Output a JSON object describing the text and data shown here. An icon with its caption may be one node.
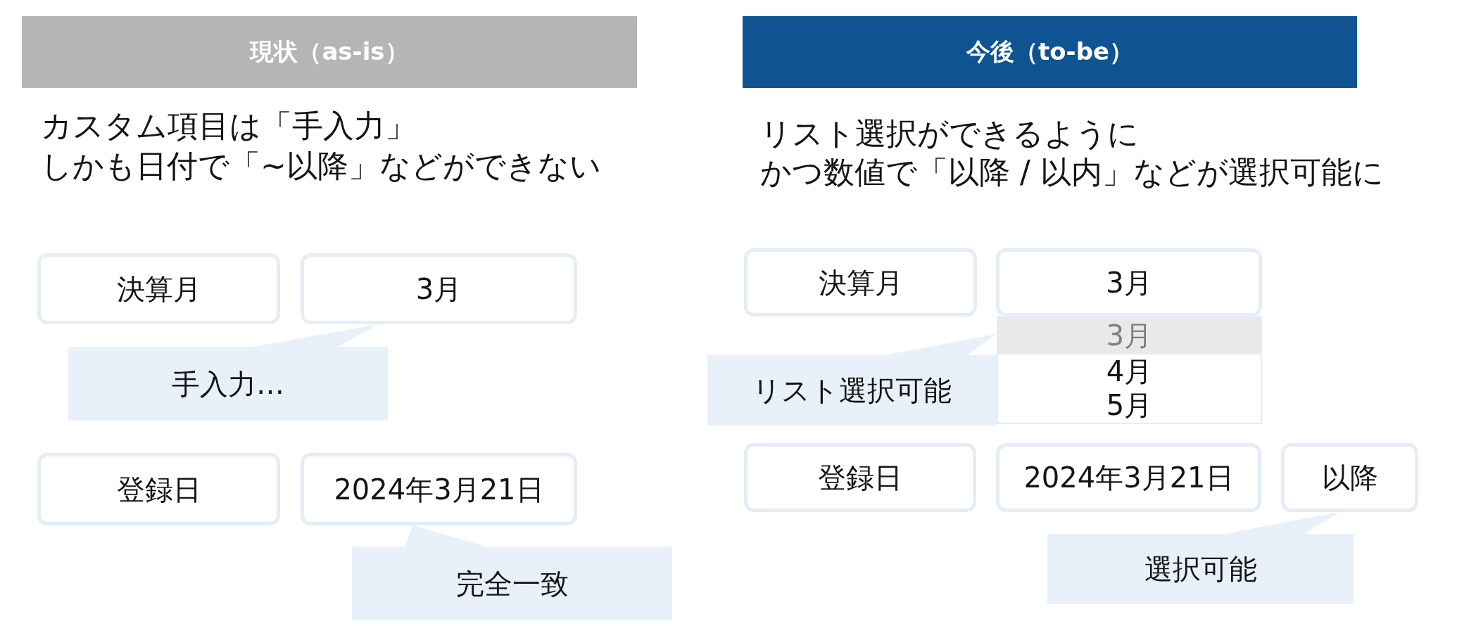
{
  "diagram": {
    "nodes": [
      {
        "text": [
          "現状（as-is）"
        ]
      },
      {
        "text": [
          "決算月"
        ]
      },
      {
        "text": [
          "3月"
        ]
      },
      {
        "text": [
          "手入力…"
        ]
      },
      {
        "text": [
          "登録日"
        ]
      },
      {
        "text": [
          "2024年3月21日"
        ]
      },
      {
        "text": [
          "完全一致"
        ]
      },
      {
        "text": [
          "今後（to-be）"
        ]
      },
      {
        "text": [
          "決算月"
        ]
      },
      {
        "text": [
          "3月"
        ]
      },
      {
        "text": [
          "3月",
          "4月",
          "5月"
        ]
      },
      {
        "text": [
          "リスト選択可能"
        ]
      },
      {
        "text": [
          "登録日"
        ]
      },
      {
        "text": [
          "2024年3月21日"
        ]
      },
      {
        "text": [
          "以降"
        ]
      },
      {
        "text": [
          "選択可能"
        ]
      }
    ],
    "edges": [
      {
        "from": 3,
        "to": 2,
        "arrow": "none"
      },
      {
        "from": 6,
        "to": 5,
        "arrow": "none"
      },
      {
        "from": 11,
        "to": 10,
        "arrow": "none"
      },
      {
        "from": 15,
        "to": 14,
        "arrow": "none"
      }
    ],
    "labels": [
      "カスタム項目は「手入力」",
      "しかも日付で「~以降」などができない",
      "リスト選択ができるように",
      "かつ数値で「以降 / 以内」などが選択可能に"
    ]
  }
}
